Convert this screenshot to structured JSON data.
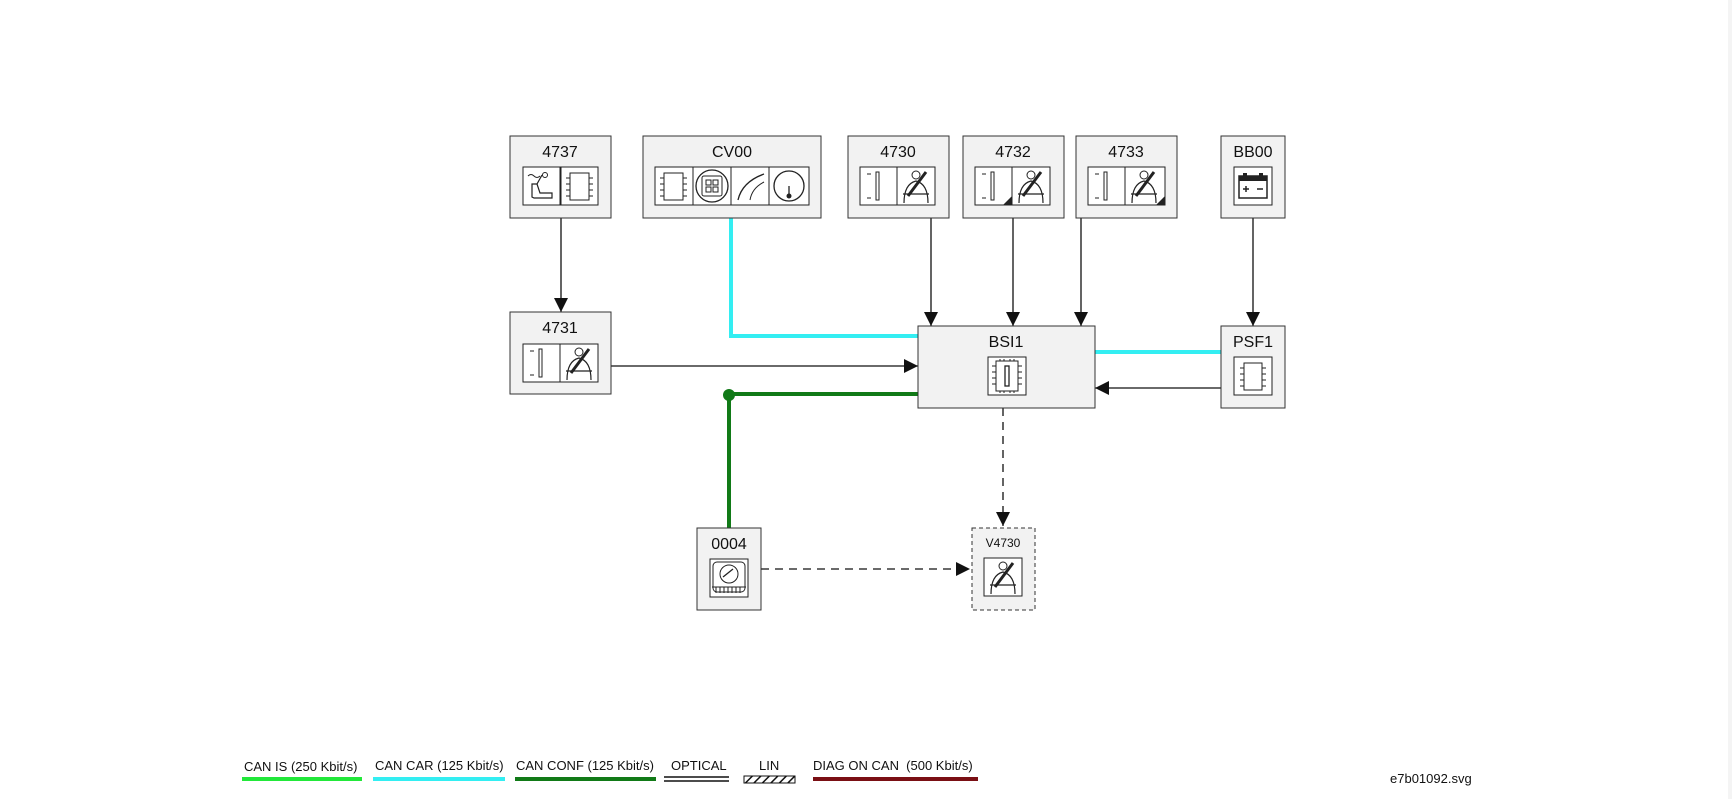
{
  "diagram": {
    "file_name": "e7b01092.svg",
    "modules": {
      "m4737": {
        "label": "4737",
        "icons": [
          "seat-sensor-icon",
          "ecu-chip-icon"
        ]
      },
      "cv00": {
        "label": "CV00",
        "icons": [
          "ecu-chip-icon",
          "steering-switch-icon",
          "wiper-stalk-icon",
          "horn-icon"
        ]
      },
      "m4730": {
        "label": "4730",
        "icons": [
          "buckle-switch-icon",
          "seatbelt-icon"
        ]
      },
      "m4732": {
        "label": "4732",
        "icons": [
          "buckle-switch-icon",
          "seatbelt-icon"
        ]
      },
      "m4733": {
        "label": "4733",
        "icons": [
          "buckle-switch-icon",
          "seatbelt-icon"
        ]
      },
      "bb00": {
        "label": "BB00",
        "icons": [
          "battery-icon"
        ]
      },
      "m4731": {
        "label": "4731",
        "icons": [
          "buckle-switch-icon",
          "seatbelt-icon"
        ]
      },
      "bsi1": {
        "label": "BSI1",
        "icons": [
          "fuse-box-icon"
        ]
      },
      "psf1": {
        "label": "PSF1",
        "icons": [
          "ecu-chip-icon"
        ]
      },
      "m0004": {
        "label": "0004",
        "icons": [
          "instrument-cluster-icon"
        ]
      },
      "v4730": {
        "label": "V4730",
        "icons": [
          "seatbelt-warning-icon"
        ]
      }
    },
    "connections": [
      {
        "from": "4737",
        "to": "4731",
        "type": "wire"
      },
      {
        "from": "CV00",
        "to": "BSI1",
        "type": "CAN CAR"
      },
      {
        "from": "4730",
        "to": "BSI1",
        "type": "wire"
      },
      {
        "from": "4732",
        "to": "BSI1",
        "type": "wire"
      },
      {
        "from": "4733",
        "to": "BSI1",
        "type": "wire"
      },
      {
        "from": "BB00",
        "to": "PSF1",
        "type": "wire"
      },
      {
        "from": "4731",
        "to": "BSI1",
        "type": "wire"
      },
      {
        "from": "PSF1",
        "to": "BSI1",
        "type": "CAN CAR"
      },
      {
        "from": "PSF1",
        "to": "BSI1",
        "type": "wire"
      },
      {
        "from": "0004",
        "to": "BSI1",
        "type": "CAN CONF"
      },
      {
        "from": "BSI1",
        "to": "V4730",
        "type": "dashed"
      },
      {
        "from": "0004",
        "to": "V4730",
        "type": "dashed"
      }
    ],
    "colors": {
      "can_is": "#22e83a",
      "can_car": "#33eef2",
      "can_conf": "#117a17",
      "diag_on_can": "#7a0f14",
      "box_fill": "#f2f2f2",
      "box_stroke": "#333333"
    },
    "legend": {
      "can_is": "CAN IS (250 Kbit/s)",
      "can_car": "CAN CAR (125 Kbit/s)",
      "can_conf": "CAN CONF (125 Kbit/s)",
      "optical": "OPTICAL",
      "lin": "LIN",
      "diag_on_can": "DIAG ON CAN  (500 Kbit/s)"
    }
  }
}
